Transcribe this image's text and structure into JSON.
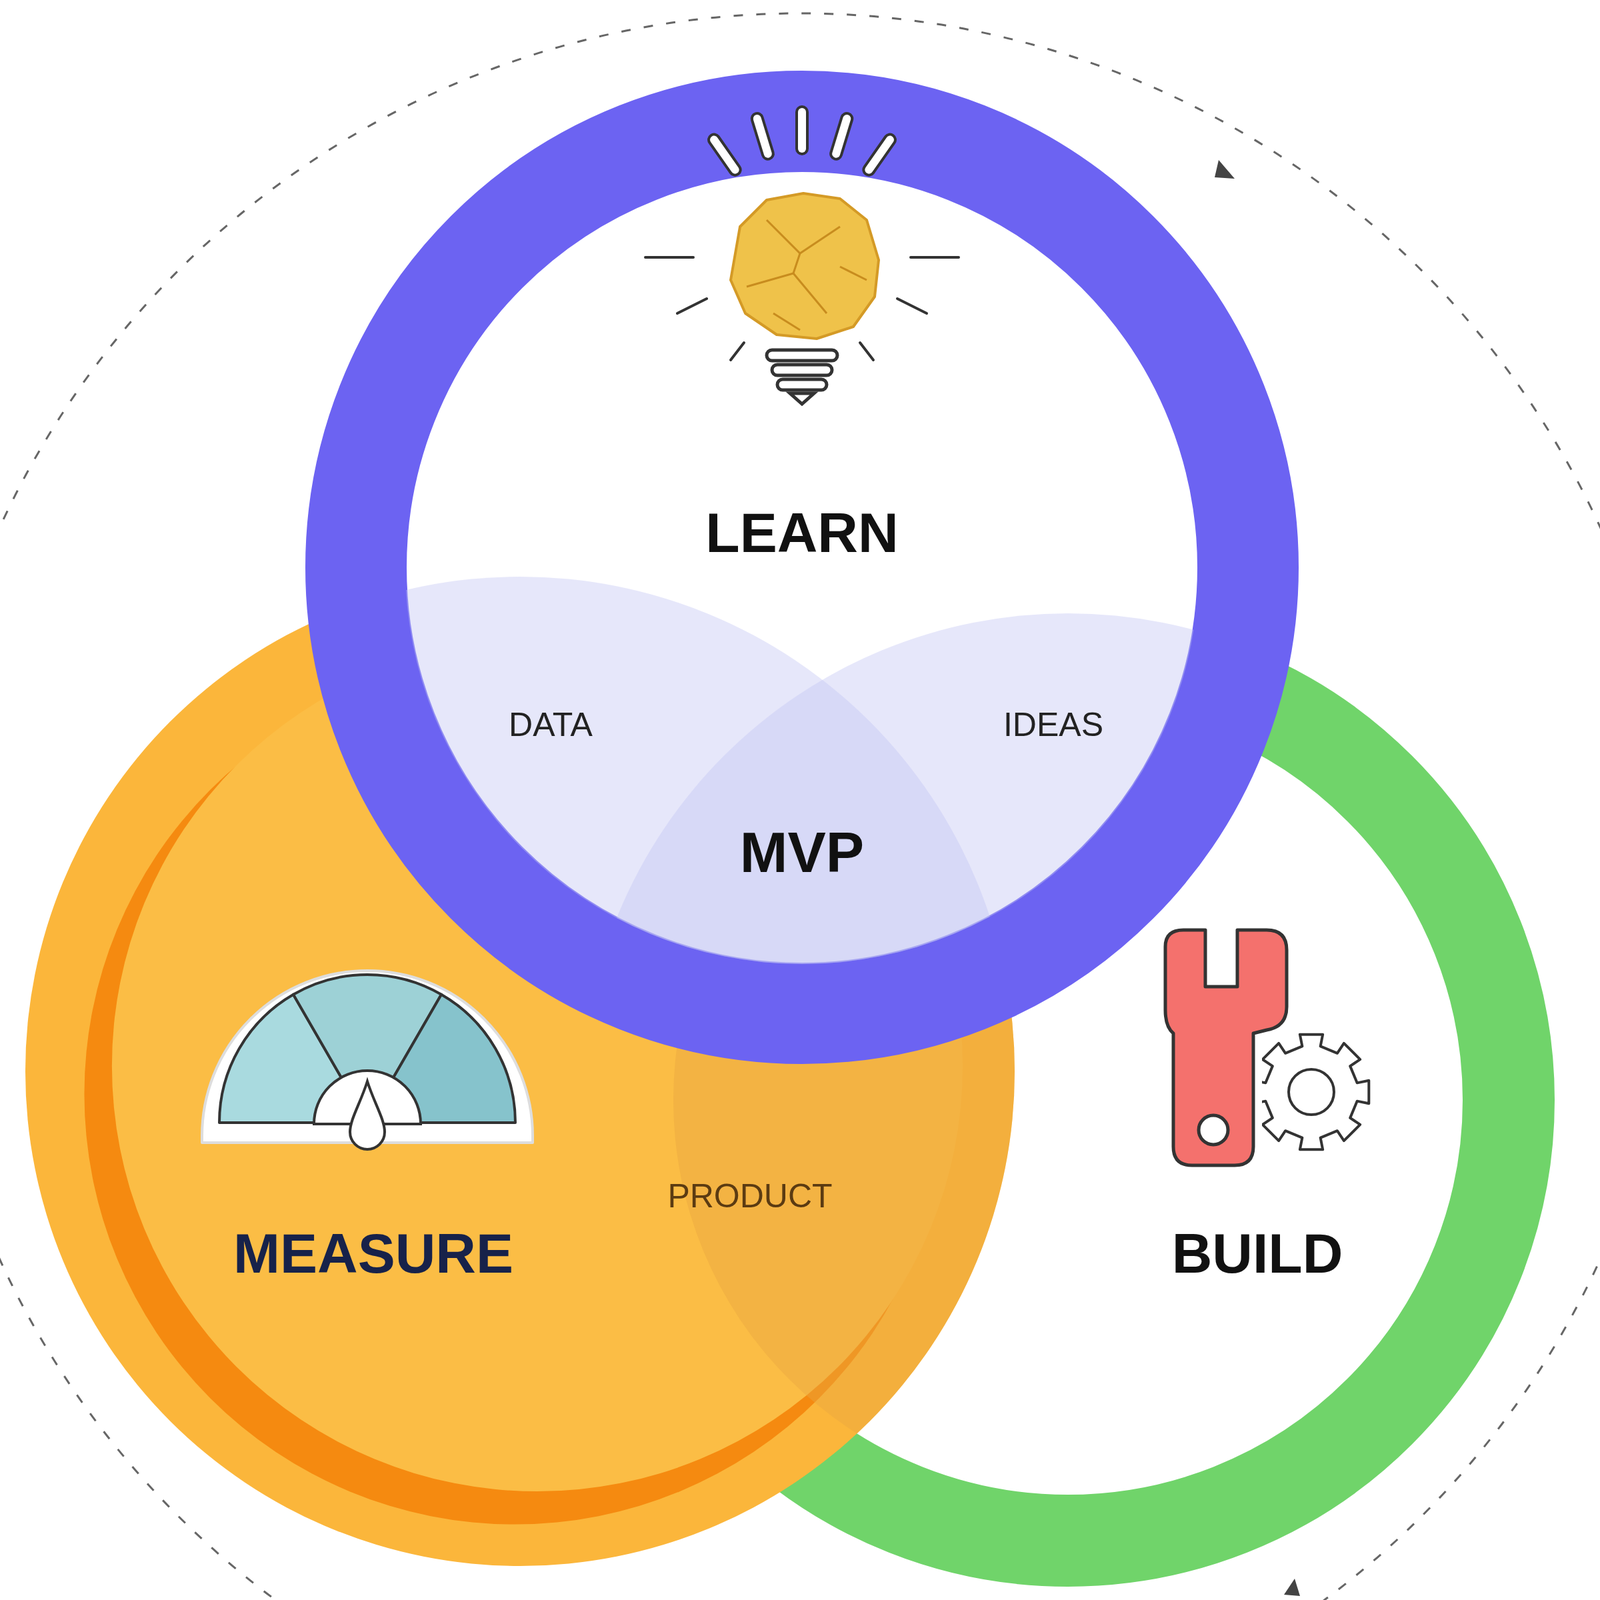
{
  "diagram": {
    "nodes": [
      {
        "text": [
          "LEARN"
        ]
      },
      {
        "text": [
          "MEASURE"
        ]
      },
      {
        "text": [
          "BUILD"
        ]
      }
    ],
    "labels": [
      "DATA",
      "IDEAS",
      "MVP",
      "PRODUCT"
    ]
  }
}
